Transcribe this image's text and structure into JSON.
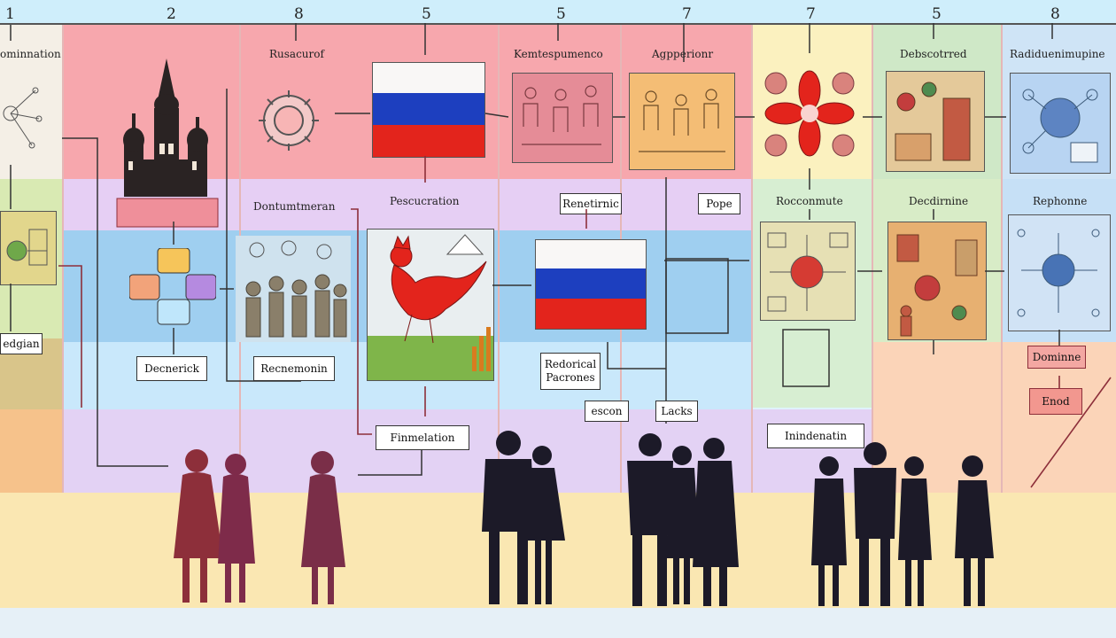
{
  "columns": {
    "numbers": [
      "1",
      "2",
      "8",
      "5",
      "5",
      "7",
      "7",
      "5",
      "8"
    ],
    "headers": [
      "ominnation",
      "Rusacurof",
      "Kemtespumenco",
      "Agpperionr",
      "Debscotrred",
      "Radiduenimupine"
    ]
  },
  "middle_labels": [
    "Dontumtmeran",
    "Pescucration",
    "Renetirnic",
    "Pope",
    "Rocconmute",
    "Decdirnine",
    "Rephonne"
  ],
  "boxes": {
    "edgian": "edgian",
    "decnerick": "Decnerick",
    "recnemonin": "Recnemonin",
    "redorical": "Redorical\nPacrones",
    "escon": "escon",
    "lacks": "Lacks",
    "finmelation": "Finmelation",
    "inindenatin": "Inindenatin",
    "domnine": "Dominne",
    "enod": "Enod"
  },
  "colors": {
    "red_band": "#f7a7ad",
    "lavender_band": "#e6cff4",
    "blue_band": "#9fcff0",
    "floor": "#fae7b2",
    "flag_white": "#ffffff",
    "flag_blue": "#1d3fbf",
    "flag_red": "#e3241c",
    "silhouette": "#1c1a28",
    "maroon": "#8d2f3a"
  }
}
